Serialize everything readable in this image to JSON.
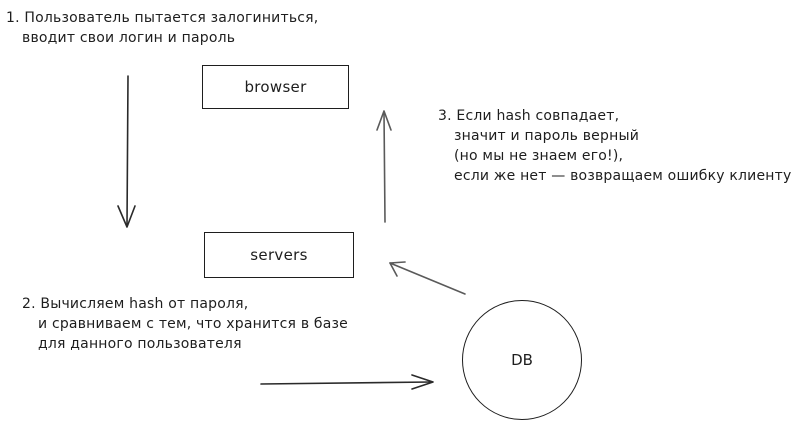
{
  "nodes": {
    "browser": "browser",
    "servers": "servers",
    "db": "DB"
  },
  "notes": {
    "step1": [
      "1. Пользователь пытается залогиниться,",
      "вводит свои логин и пароль"
    ],
    "step2": [
      "2. Вычисляем hash от пароля,",
      "и сравниваем с тем, что хранится в базе",
      "для данного пользователя"
    ],
    "step3": [
      "3. Если hash совпадает,",
      "значит и пароль верный",
      "(но мы не знаем его!),",
      "если же нет — возвращаем ошибку клиенту"
    ]
  },
  "colors": {
    "stroke": "#1e1e1e",
    "arrow_dark": "#2a2a2a",
    "arrow_light": "#5a5a5a"
  }
}
